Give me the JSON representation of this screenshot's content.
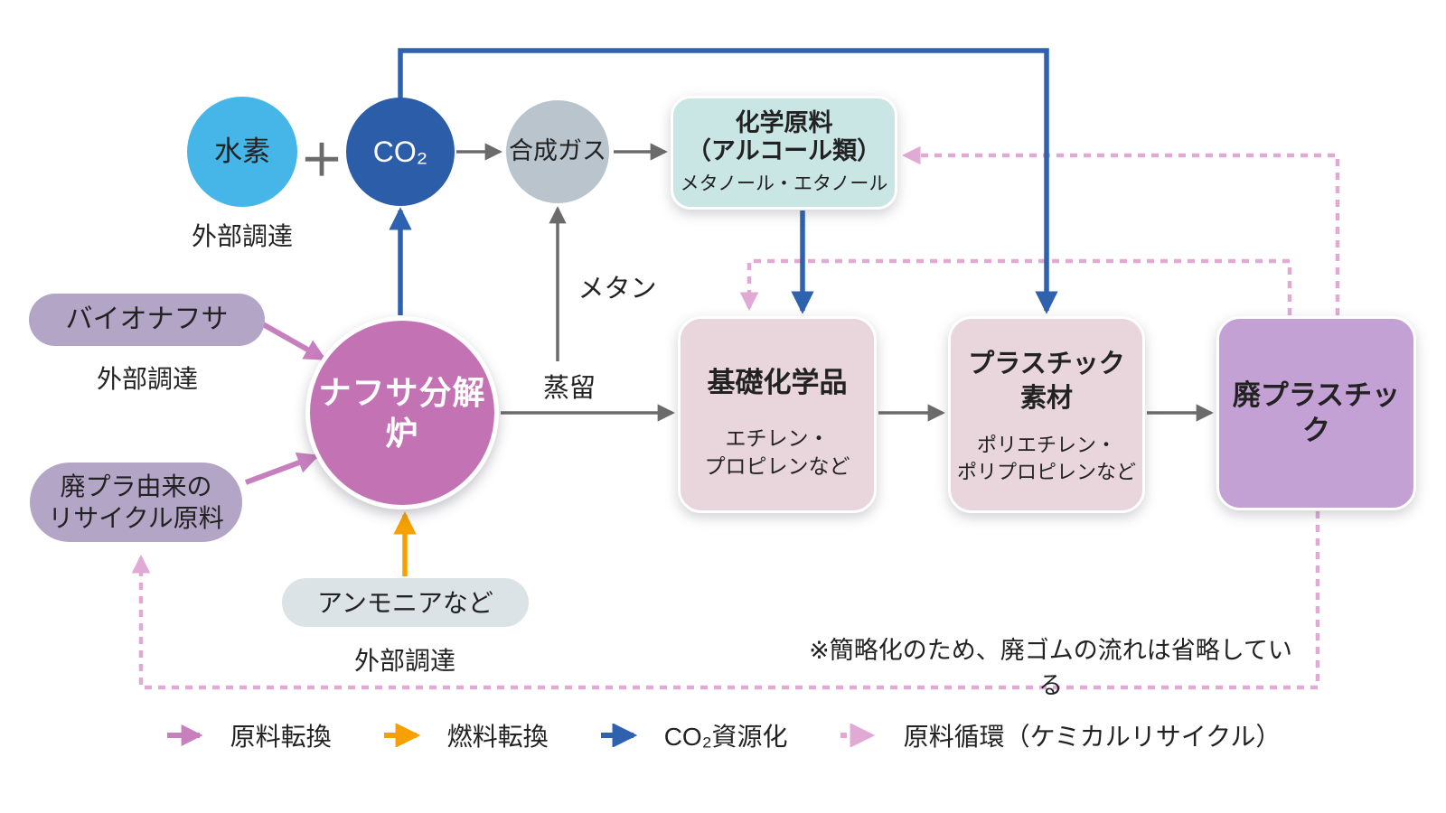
{
  "colors": {
    "background": "#ffffff",
    "text": "#222222",
    "hydrogen_circle": "#45b6e7",
    "co2_circle": "#2c5da9",
    "syngas_circle": "#b9c4cd",
    "chem_raw_box": "#c9e5e4",
    "supply_pill": "#b3a5c6",
    "naphtha_circle": "#c373b3",
    "ammonia_pill": "#dce3e7",
    "product_box": "#e8d6dc",
    "waste_box": "#c3a1d4",
    "arrow_gray": "#6b6b6b",
    "arrow_blue": "#2e62ae",
    "arrow_orange": "#f6a101",
    "arrow_pink": "#c77fbd",
    "arrow_pink_dashed": "#e0aad5"
  },
  "nodes": {
    "hydrogen": {
      "label": "水素",
      "source_note": "外部調達"
    },
    "plus_sign": "＋",
    "co2": {
      "label": "CO₂"
    },
    "syngas": {
      "label": "合成ガス"
    },
    "chem_raw": {
      "title_line1": "化学原料",
      "title_line2": "（アルコール類）",
      "subtitle": "メタノール・エタノール"
    },
    "bio_naphtha": {
      "label": "バイオナフサ",
      "source_note": "外部調達"
    },
    "recycled_raw": {
      "label_line1": "廃プラ由来の",
      "label_line2": "リサイクル原料"
    },
    "naphtha_cracker": {
      "label": "ナフサ分解炉"
    },
    "ammonia": {
      "label": "アンモニアなど",
      "source_note": "外部調達"
    },
    "basic_chemicals": {
      "title": "基礎化学品",
      "subtitle_line1": "エチレン・",
      "subtitle_line2": "プロピレンなど"
    },
    "plastic_material": {
      "title_line1": "プラスチック",
      "title_line2": "素材",
      "subtitle_line1": "ポリエチレン・",
      "subtitle_line2": "ポリプロピレンなど"
    },
    "waste_plastic": {
      "title": "廃プラスチック"
    }
  },
  "edge_labels": {
    "distillation": "蒸留",
    "methane": "メタン"
  },
  "note": "※簡略化のため、廃ゴムの流れは省略している",
  "legend": {
    "items": [
      {
        "label": "原料転換"
      },
      {
        "label": "燃料転換"
      },
      {
        "label": "CO₂資源化"
      },
      {
        "label": "原料循環（ケミカルリサイクル）"
      }
    ]
  }
}
